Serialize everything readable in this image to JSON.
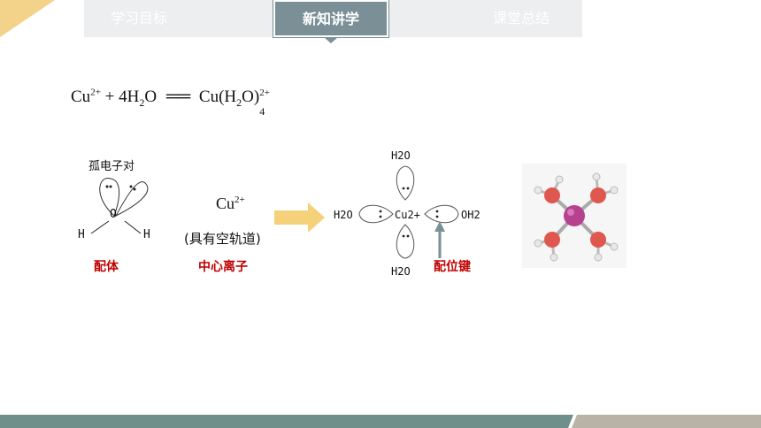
{
  "nav": {
    "tabs": [
      "学习目标",
      "新知讲学",
      "课堂总结"
    ],
    "active": "新知讲学"
  },
  "equation": {
    "left_cu": "Cu",
    "left_charge": "2+",
    "plus": "+ 4H",
    "h2o_sub": "2",
    "o": "O",
    "sign": "══",
    "right": "Cu(H",
    "right_sub": "2",
    "right_close": "O)",
    "right_n": "4",
    "right_charge": "2+"
  },
  "ligand": {
    "lone_pair_label": "孤电子对",
    "o": "O",
    "h_left": "H",
    "h_right": "H",
    "caption": "配体"
  },
  "center_ion": {
    "symbol": "Cu",
    "charge": "2+",
    "note": "(具有空轨道)",
    "caption": "中心离子"
  },
  "complex": {
    "top": "H2O",
    "bottom": "H2O",
    "left": "H2O",
    "right": "OH2",
    "center": "Cu2+",
    "caption": "配位键"
  },
  "colors": {
    "accent_red": "#c00000",
    "nav_active": "#7a8f96",
    "arrow": "#f5d27a",
    "bar_teal": "#6f8f8a",
    "bar_gray": "#b9b2a6"
  }
}
